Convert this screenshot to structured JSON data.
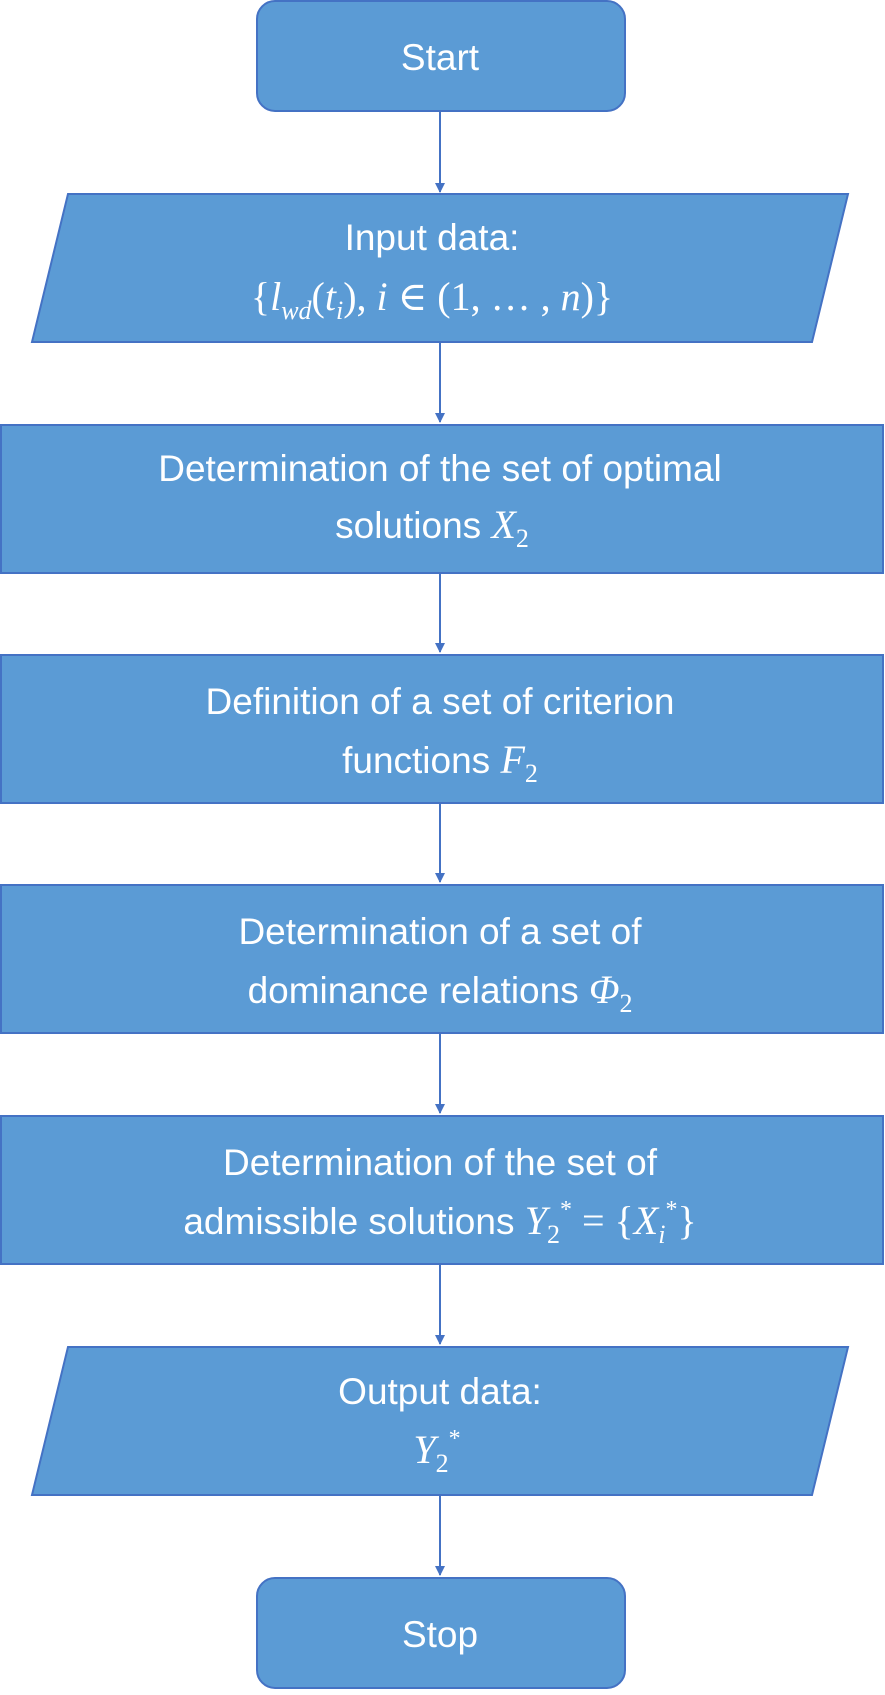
{
  "flowchart": {
    "colors": {
      "fill": "#5b9bd5",
      "stroke": "#4472c4",
      "connector": "#4472c4",
      "text": "#ffffff"
    },
    "start": {
      "label": "Start"
    },
    "input": {
      "label": "Input data:",
      "formula": "{l_wd(t_i), i ∈ (1, … , n)}",
      "formula_parts": {
        "open": "{",
        "l": "l",
        "wd": "wd",
        "t_args": "(",
        "t": "t",
        "i_sub": "i",
        "rest": "), ",
        "i": "i",
        "in_range": " ∈ (1, … , ",
        "n": "n",
        "close": ")}"
      }
    },
    "step1": {
      "line1": "Determination of the set of optimal",
      "line2": "solutions",
      "symbol": "X",
      "subscript": "2"
    },
    "step2": {
      "line1": "Definition of a set of criterion",
      "line2": "functions",
      "symbol": "F",
      "subscript": "2"
    },
    "step3": {
      "line1": "Determination of a set of",
      "line2": "dominance relations",
      "symbol": "Φ",
      "subscript": "2"
    },
    "step4": {
      "line1": "Determination of the set of",
      "line2": "admissible solutions",
      "symbol": "Y",
      "subscript": "2",
      "superscript": "*",
      "equals": " = {",
      "x_symbol": "X",
      "x_subscript": "i",
      "x_superscript": "*",
      "close": "}"
    },
    "output": {
      "label": "Output data:",
      "symbol": "Y",
      "subscript": "2",
      "superscript": "*"
    },
    "stop": {
      "label": "Stop"
    }
  }
}
